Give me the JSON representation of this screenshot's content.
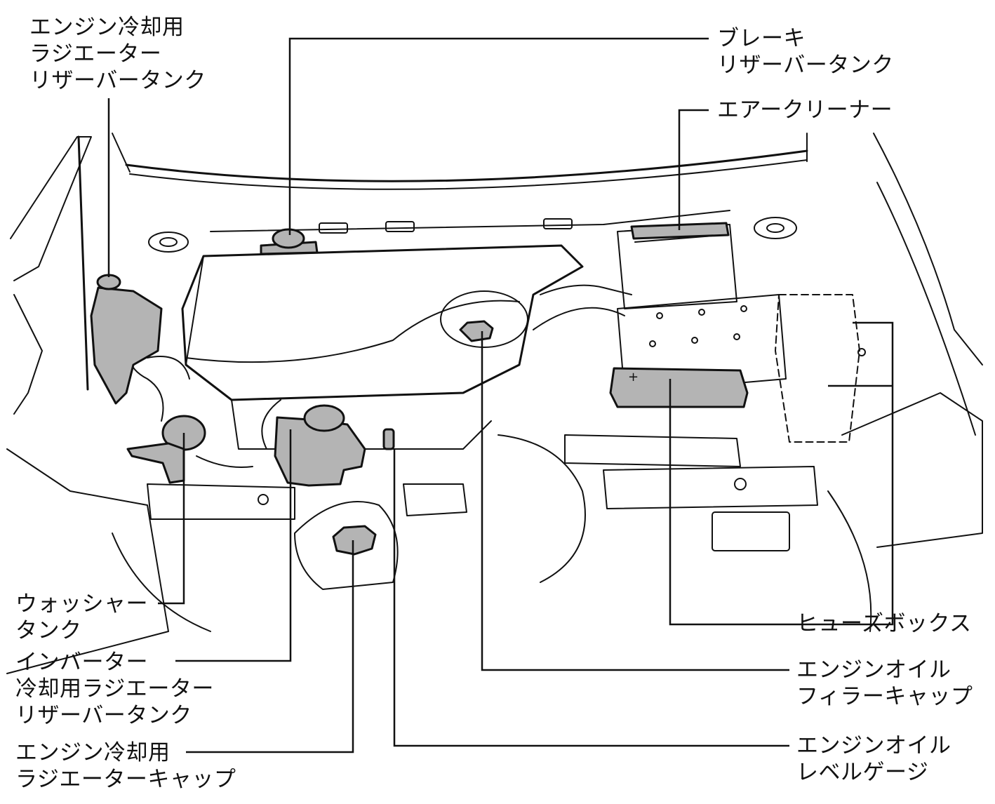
{
  "labels": {
    "engine_coolant_reservoir": [
      "エンジン冷却用",
      "ラジエーター",
      "リザーバータンク"
    ],
    "brake_reservoir": [
      "ブレーキ",
      "リザーバータンク"
    ],
    "air_cleaner": [
      "エアークリーナー"
    ],
    "washer_tank": [
      "ウォッシャー",
      "タンク"
    ],
    "inverter_reservoir": [
      "インバーター",
      "冷却用ラジエーター",
      "リザーバータンク"
    ],
    "radiator_cap": [
      "エンジン冷却用",
      "ラジエーターキャップ"
    ],
    "fuse_box": [
      "ヒューズボックス"
    ],
    "oil_filler_cap": [
      "エンジンオイル",
      "フィラーキャップ"
    ],
    "oil_dipstick": [
      "エンジンオイル",
      "レベルゲージ"
    ]
  },
  "colors": {
    "line": "#111111",
    "highlight": "#b4b4b4",
    "background": "#ffffff"
  }
}
